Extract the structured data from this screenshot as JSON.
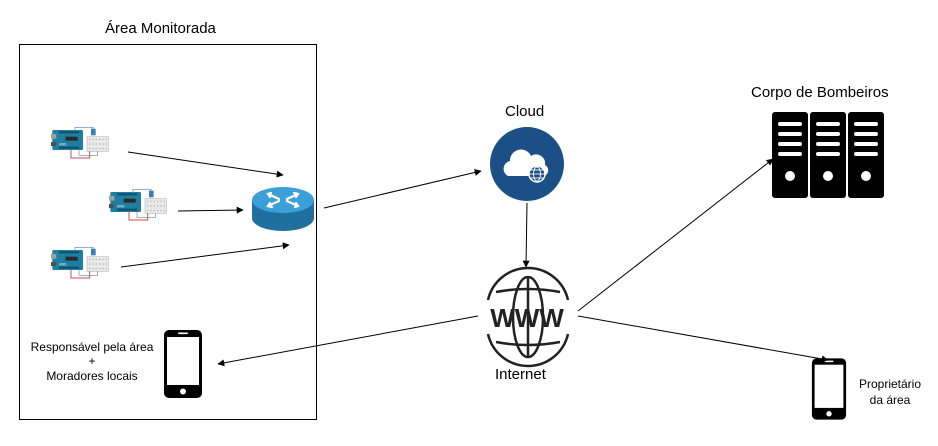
{
  "labels": {
    "monitored_area": "Área Monitorada",
    "cloud": "Cloud",
    "internet": "Internet",
    "www": "WWW",
    "fire_department": "Corpo de Bombeiros",
    "responsible_line1": "Responsável pela área",
    "responsible_plus": "+",
    "responsible_line2": "Moradores locais",
    "owner_line1": "Proprietário",
    "owner_line2": "da área"
  },
  "icons": {
    "sensor": "arduino-board-with-sensor-icon",
    "router": "router-icon",
    "cloud": "cloud-icon",
    "internet": "www-globe-icon",
    "server": "server-rack-icon",
    "phone": "smartphone-icon"
  },
  "colors": {
    "arduino_blue": "#1f7ea0",
    "router_blue": "#2f8fcf",
    "cloud_navy": "#1b4f86",
    "wire_red": "#c0504d",
    "line": "#000000"
  }
}
